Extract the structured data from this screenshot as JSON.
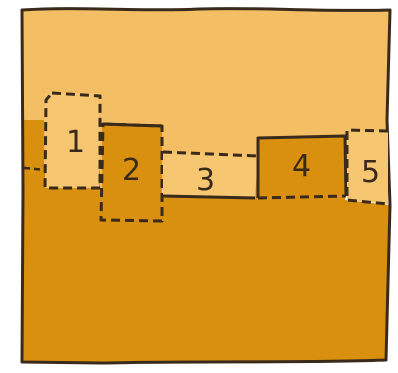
{
  "colors": {
    "upper": "#f3be64",
    "lower": "#d9900f",
    "light_block": "#f6c670",
    "dark_block": "#d9900f",
    "ink": "#3a2a1c"
  },
  "blocks": [
    {
      "label": "1",
      "fill": "light"
    },
    {
      "label": "2",
      "fill": "dark"
    },
    {
      "label": "3",
      "fill": "light"
    },
    {
      "label": "4",
      "fill": "dark"
    },
    {
      "label": "5",
      "fill": "light"
    }
  ]
}
